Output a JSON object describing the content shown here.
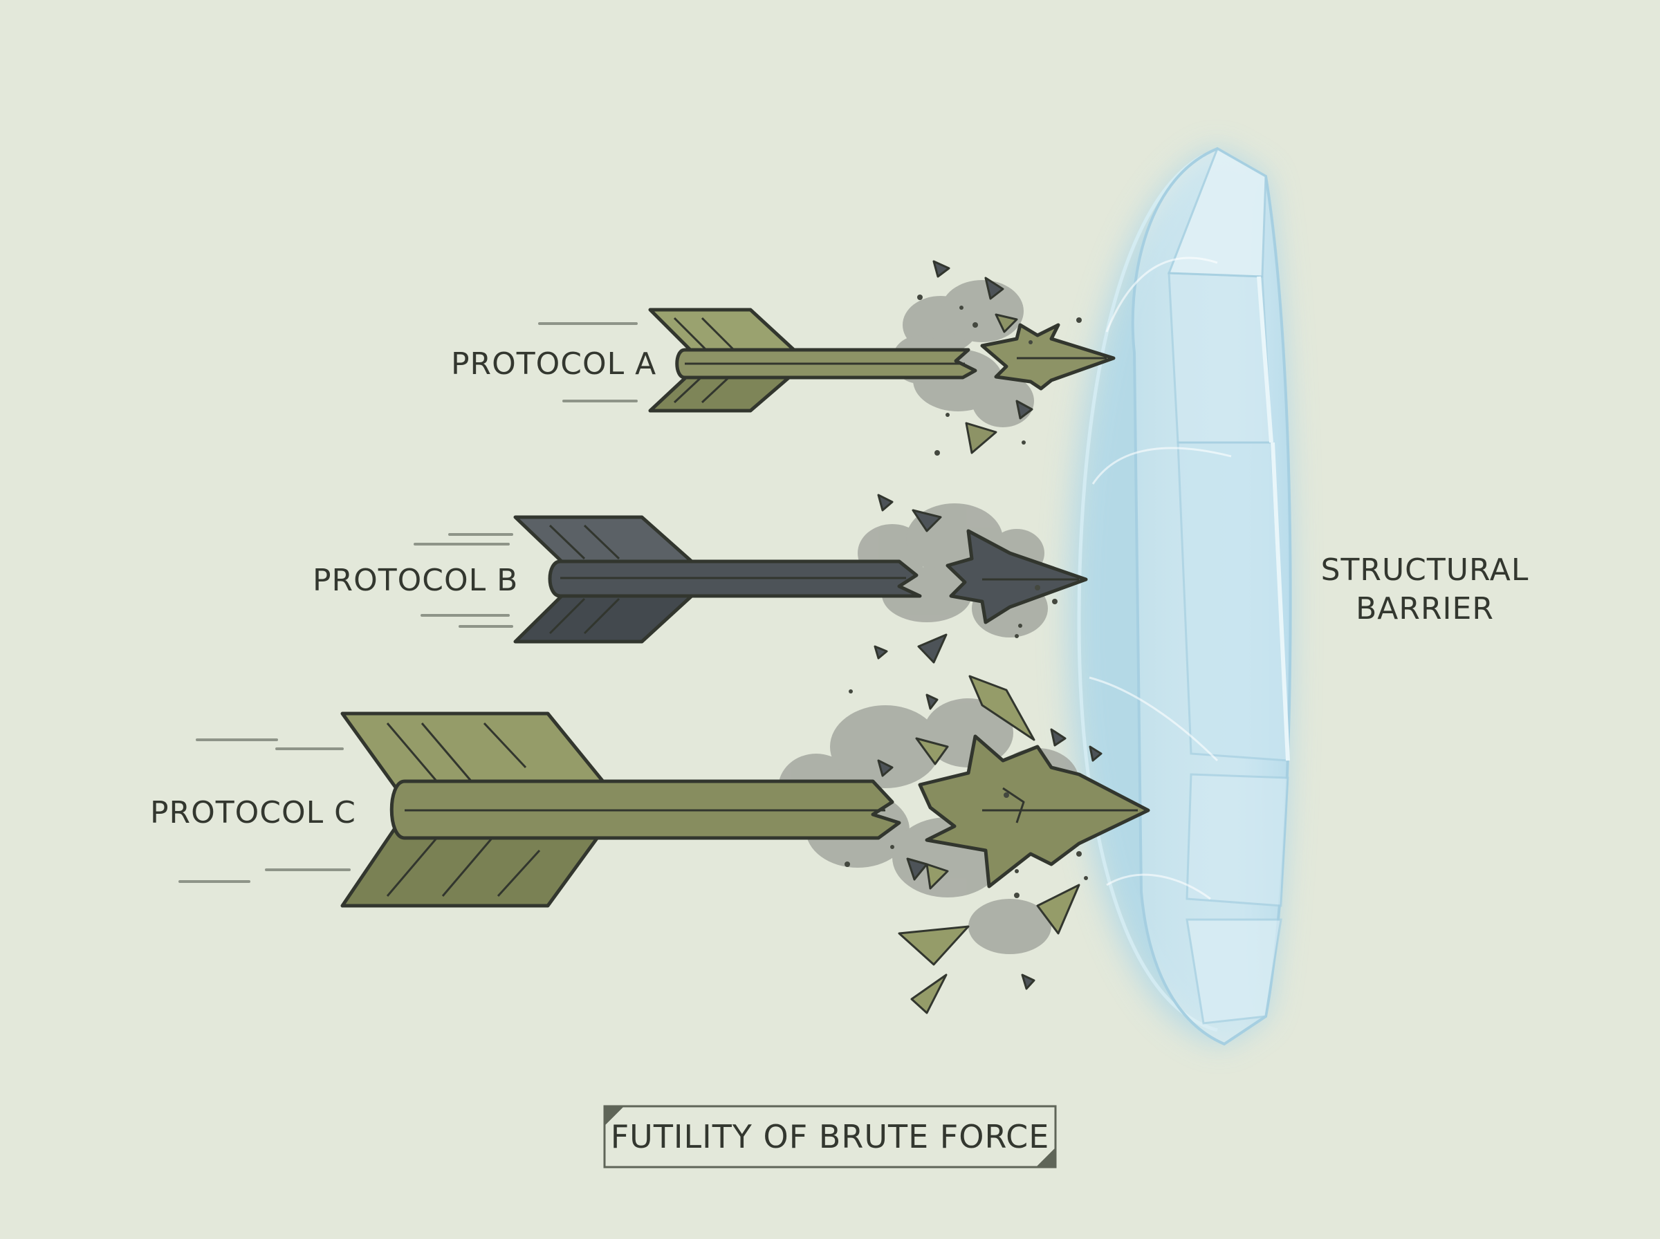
{
  "labels": {
    "protocol_a": "PROTOCOL A",
    "protocol_b": "PROTOCOL B",
    "protocol_c": "PROTOCOL C",
    "barrier_line1": "STRUCTURAL",
    "barrier_line2": "BARRIER"
  },
  "caption": "FUTILITY OF BRUTE FORCE",
  "colors": {
    "background": "#e3e8da",
    "olive_arrow": "#8d9366",
    "slate_arrow": "#4d5358",
    "barrier": "#bcdcea",
    "smoke": "#9c9f98",
    "outline": "#32362e"
  }
}
